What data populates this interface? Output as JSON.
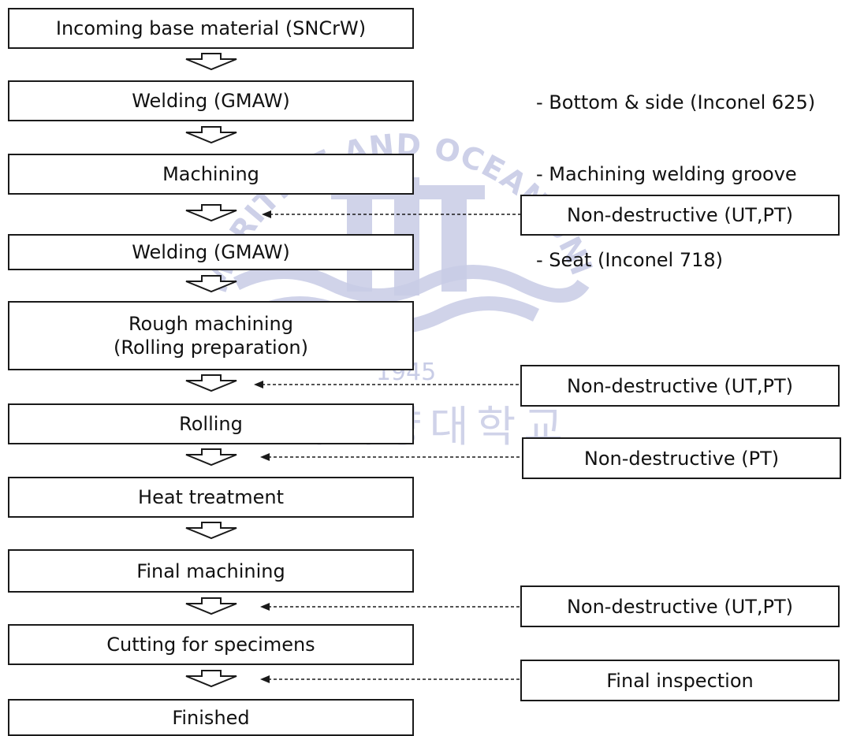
{
  "process_steps": [
    {
      "label": "Incoming base material (SNCrW)"
    },
    {
      "label": "Welding (GMAW)"
    },
    {
      "label": "Machining"
    },
    {
      "label": "Welding (GMAW)"
    },
    {
      "label": "Rough machining\n(Rolling preparation)"
    },
    {
      "label": "Rolling"
    },
    {
      "label": "Heat treatment"
    },
    {
      "label": "Final machining"
    },
    {
      "label": "Cutting for specimens"
    },
    {
      "label": "Finished"
    }
  ],
  "notes": [
    {
      "text": "- Bottom & side (Inconel 625)"
    },
    {
      "text": "- Machining welding groove"
    },
    {
      "text": "- Seat (Inconel 718)"
    }
  ],
  "inspections": [
    {
      "label": "Non-destructive (UT,PT)"
    },
    {
      "label": "Non-destructive (UT,PT)"
    },
    {
      "label": "Non-destructive (PT)"
    },
    {
      "label": "Non-destructive (UT,PT)"
    },
    {
      "label": "Final inspection"
    }
  ],
  "watermark": {
    "arc_text": "KOREA MARITIME AND OCEAN UNIVERSITY",
    "year": "1945",
    "korean": "한국해양대학교"
  },
  "colors": {
    "line": "#1a1a1a",
    "watermark": "#c8cce6"
  }
}
